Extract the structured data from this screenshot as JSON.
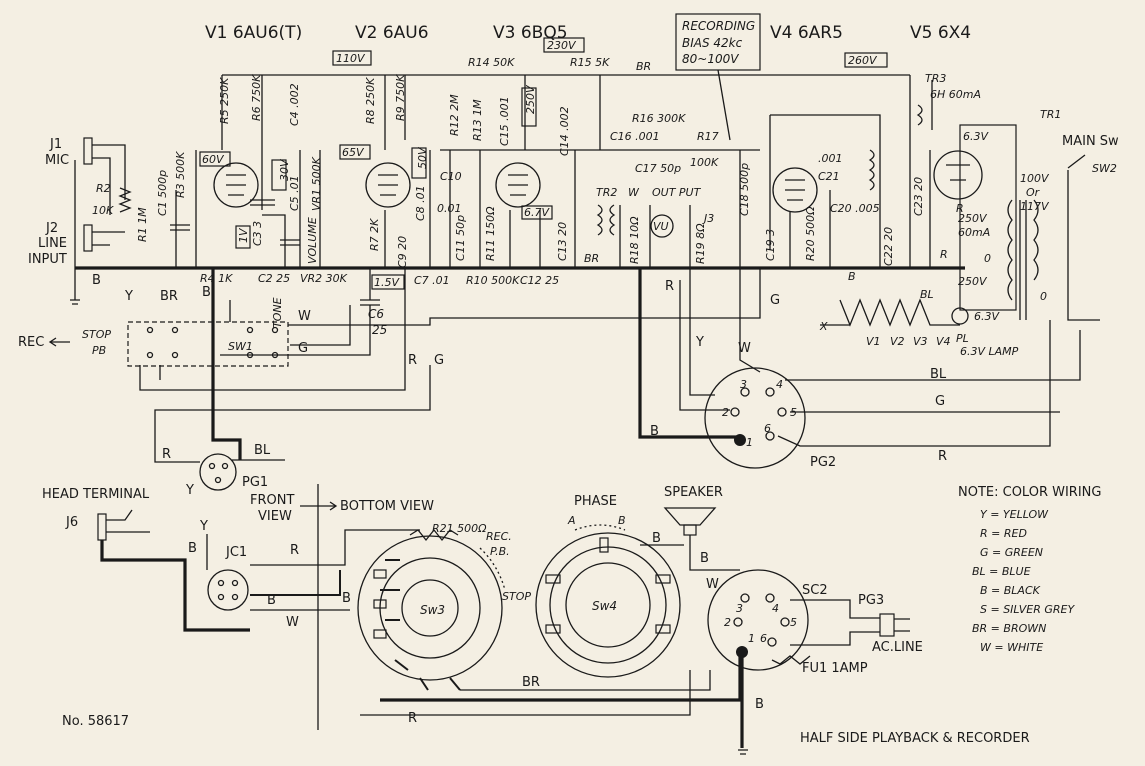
{
  "tubes": {
    "v1": "V1 6AU6(T)",
    "v2": "V2 6AU6",
    "v3": "V3 6BQ5",
    "v4": "V4 6AR5",
    "v5": "V5 6X4"
  },
  "voltages": {
    "v110": "110V",
    "v230": "230V",
    "v260": "260V",
    "v60": "60V",
    "v65": "65V",
    "v30": "30V",
    "v50": "50V",
    "v250": "250V",
    "v1": "1V",
    "v15": "1.5V",
    "v67": "6.7V",
    "v250b": "250V",
    "v250c": "250V",
    "v63": "6.3V"
  },
  "recording_bias": [
    "RECORDING",
    "BIAS 42kc",
    "80~100V"
  ],
  "components": {
    "r2": "R2",
    "r2v": "10K",
    "r1": "R1 1M",
    "c1": "C1 500p",
    "r3": "R3 500K",
    "r5": "R5 250K",
    "r6": "R6 750K",
    "c3": "C3 3",
    "c4": "C4 .002",
    "c5": "C5 .01",
    "vr1": "VR1 500K",
    "volume": "VOLUME",
    "r4": "R4 1K",
    "c2": "C2 25",
    "vr2": "VR2 30K",
    "tone": "TONE",
    "r8": "R8 250K",
    "r9": "R9 750K",
    "r7": "R7 2K",
    "c8": "C8 .01",
    "c9": "C9 20",
    "c7": "C7 .01",
    "c6": "C6",
    "c6v": "25",
    "r12": "R12 2M",
    "r13": "R13 1M",
    "c10": "C10",
    "c10v": "0.01",
    "c11": "C11 50p",
    "r14": "R14 50K",
    "c15": "C15 .001",
    "r11": "R11 150Ω",
    "r10": "R10 500K",
    "c12": "C12 25",
    "c13": "C13 20",
    "c14": "C14 .002",
    "r15": "R15 5K",
    "br": "BR",
    "c16": "C16 .001",
    "r16": "R16 300K",
    "c17": "C17 50p",
    "r17": "R17",
    "r17v": "100K",
    "c18": "C18 500p",
    "tr2": "TR2",
    "w": "W",
    "output": "OUT PUT",
    "vu": "VU",
    "r18": "R18 10Ω",
    "r19": "R19 8Ω",
    "j3": "J3",
    "c19": "C19 3",
    "r20": "R20 500Ω",
    "c20": ".001",
    "c21": "C21",
    "c20b": "C20 .005",
    "c22": "C22 20",
    "c23": "C23 20",
    "tr3": "TR3",
    "tr3v": "6H 60mA",
    "tr1": "TR1",
    "r": "R",
    "v60ma": "60mA",
    "v0": "0",
    "v100": "100V",
    "or": "Or",
    "v117": "117V",
    "mainsw": "MAIN Sw",
    "sw2": "SW2",
    "j1": "J1",
    "mic": "MIC",
    "j2": "J2",
    "line": "LINE",
    "input": "INPUT",
    "b": "B",
    "y": "Y",
    "rec": "REC",
    "stop": "STOP",
    "pb": "PB",
    "sw1": "SW1",
    "g": "G",
    "bl": "BL",
    "pg1": "PG1",
    "pg2": "PG2",
    "x": "X",
    "v1b": "V1",
    "v2b": "V2",
    "v3b": "V3",
    "v4b": "V4",
    "pl": "PL",
    "lamp": "6.3V LAMP",
    "head": "HEAD TERMINAL",
    "j6": "J6",
    "jc1": "JC1",
    "front": "FRONT",
    "view": "VIEW",
    "bottom": "BOTTOM VIEW",
    "r21": "R21 500Ω",
    "recpb": "REC.",
    "pbl": "P.B.",
    "stop2": "STOP",
    "sw3": "Sw3",
    "phase": "PHASE",
    "a": "A",
    "speaker": "SPEAKER",
    "sw4": "Sw4",
    "sc2": "SC2",
    "pg3": "PG3",
    "acline": "AC.LINE",
    "fu1": "FU1 1AMP",
    "pin1": "1",
    "pin2": "2",
    "pin3": "3",
    "pin4": "4",
    "pin5": "5",
    "pin6": "6"
  },
  "note": {
    "title": "NOTE: COLOR WIRING",
    "entries": [
      "Y = YELLOW",
      "R = RED",
      "G = GREEN",
      "BL = BLUE",
      "B = BLACK",
      "S = SILVER GREY",
      "BR = BROWN",
      "W = WHITE"
    ]
  },
  "footer": {
    "number": "No. 58617",
    "title": "HALF SIDE PLAYBACK & RECORDER"
  }
}
